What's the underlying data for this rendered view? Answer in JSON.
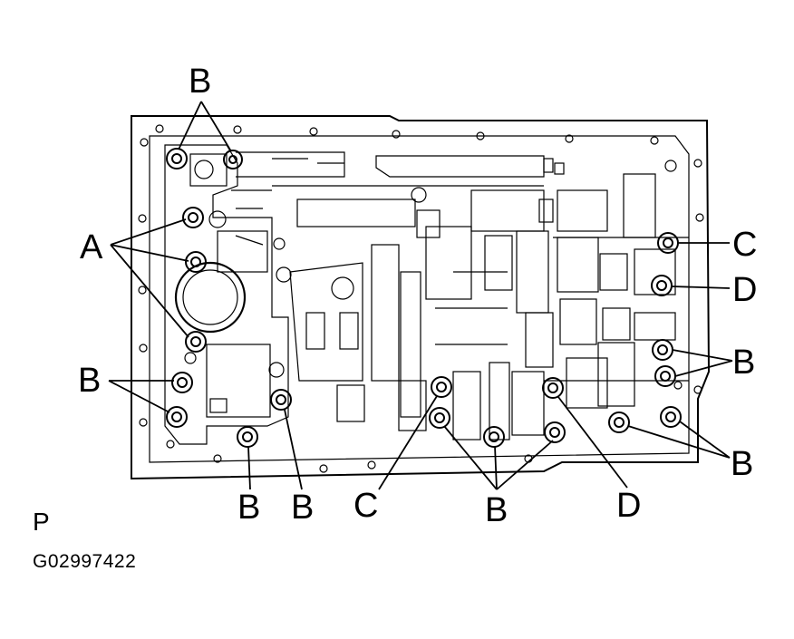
{
  "diagram": {
    "callouts": {
      "A": "A",
      "B": "B",
      "C": "C",
      "D": "D"
    }
  },
  "footer": {
    "view_mark": "P",
    "figure_id": "G02997422"
  }
}
